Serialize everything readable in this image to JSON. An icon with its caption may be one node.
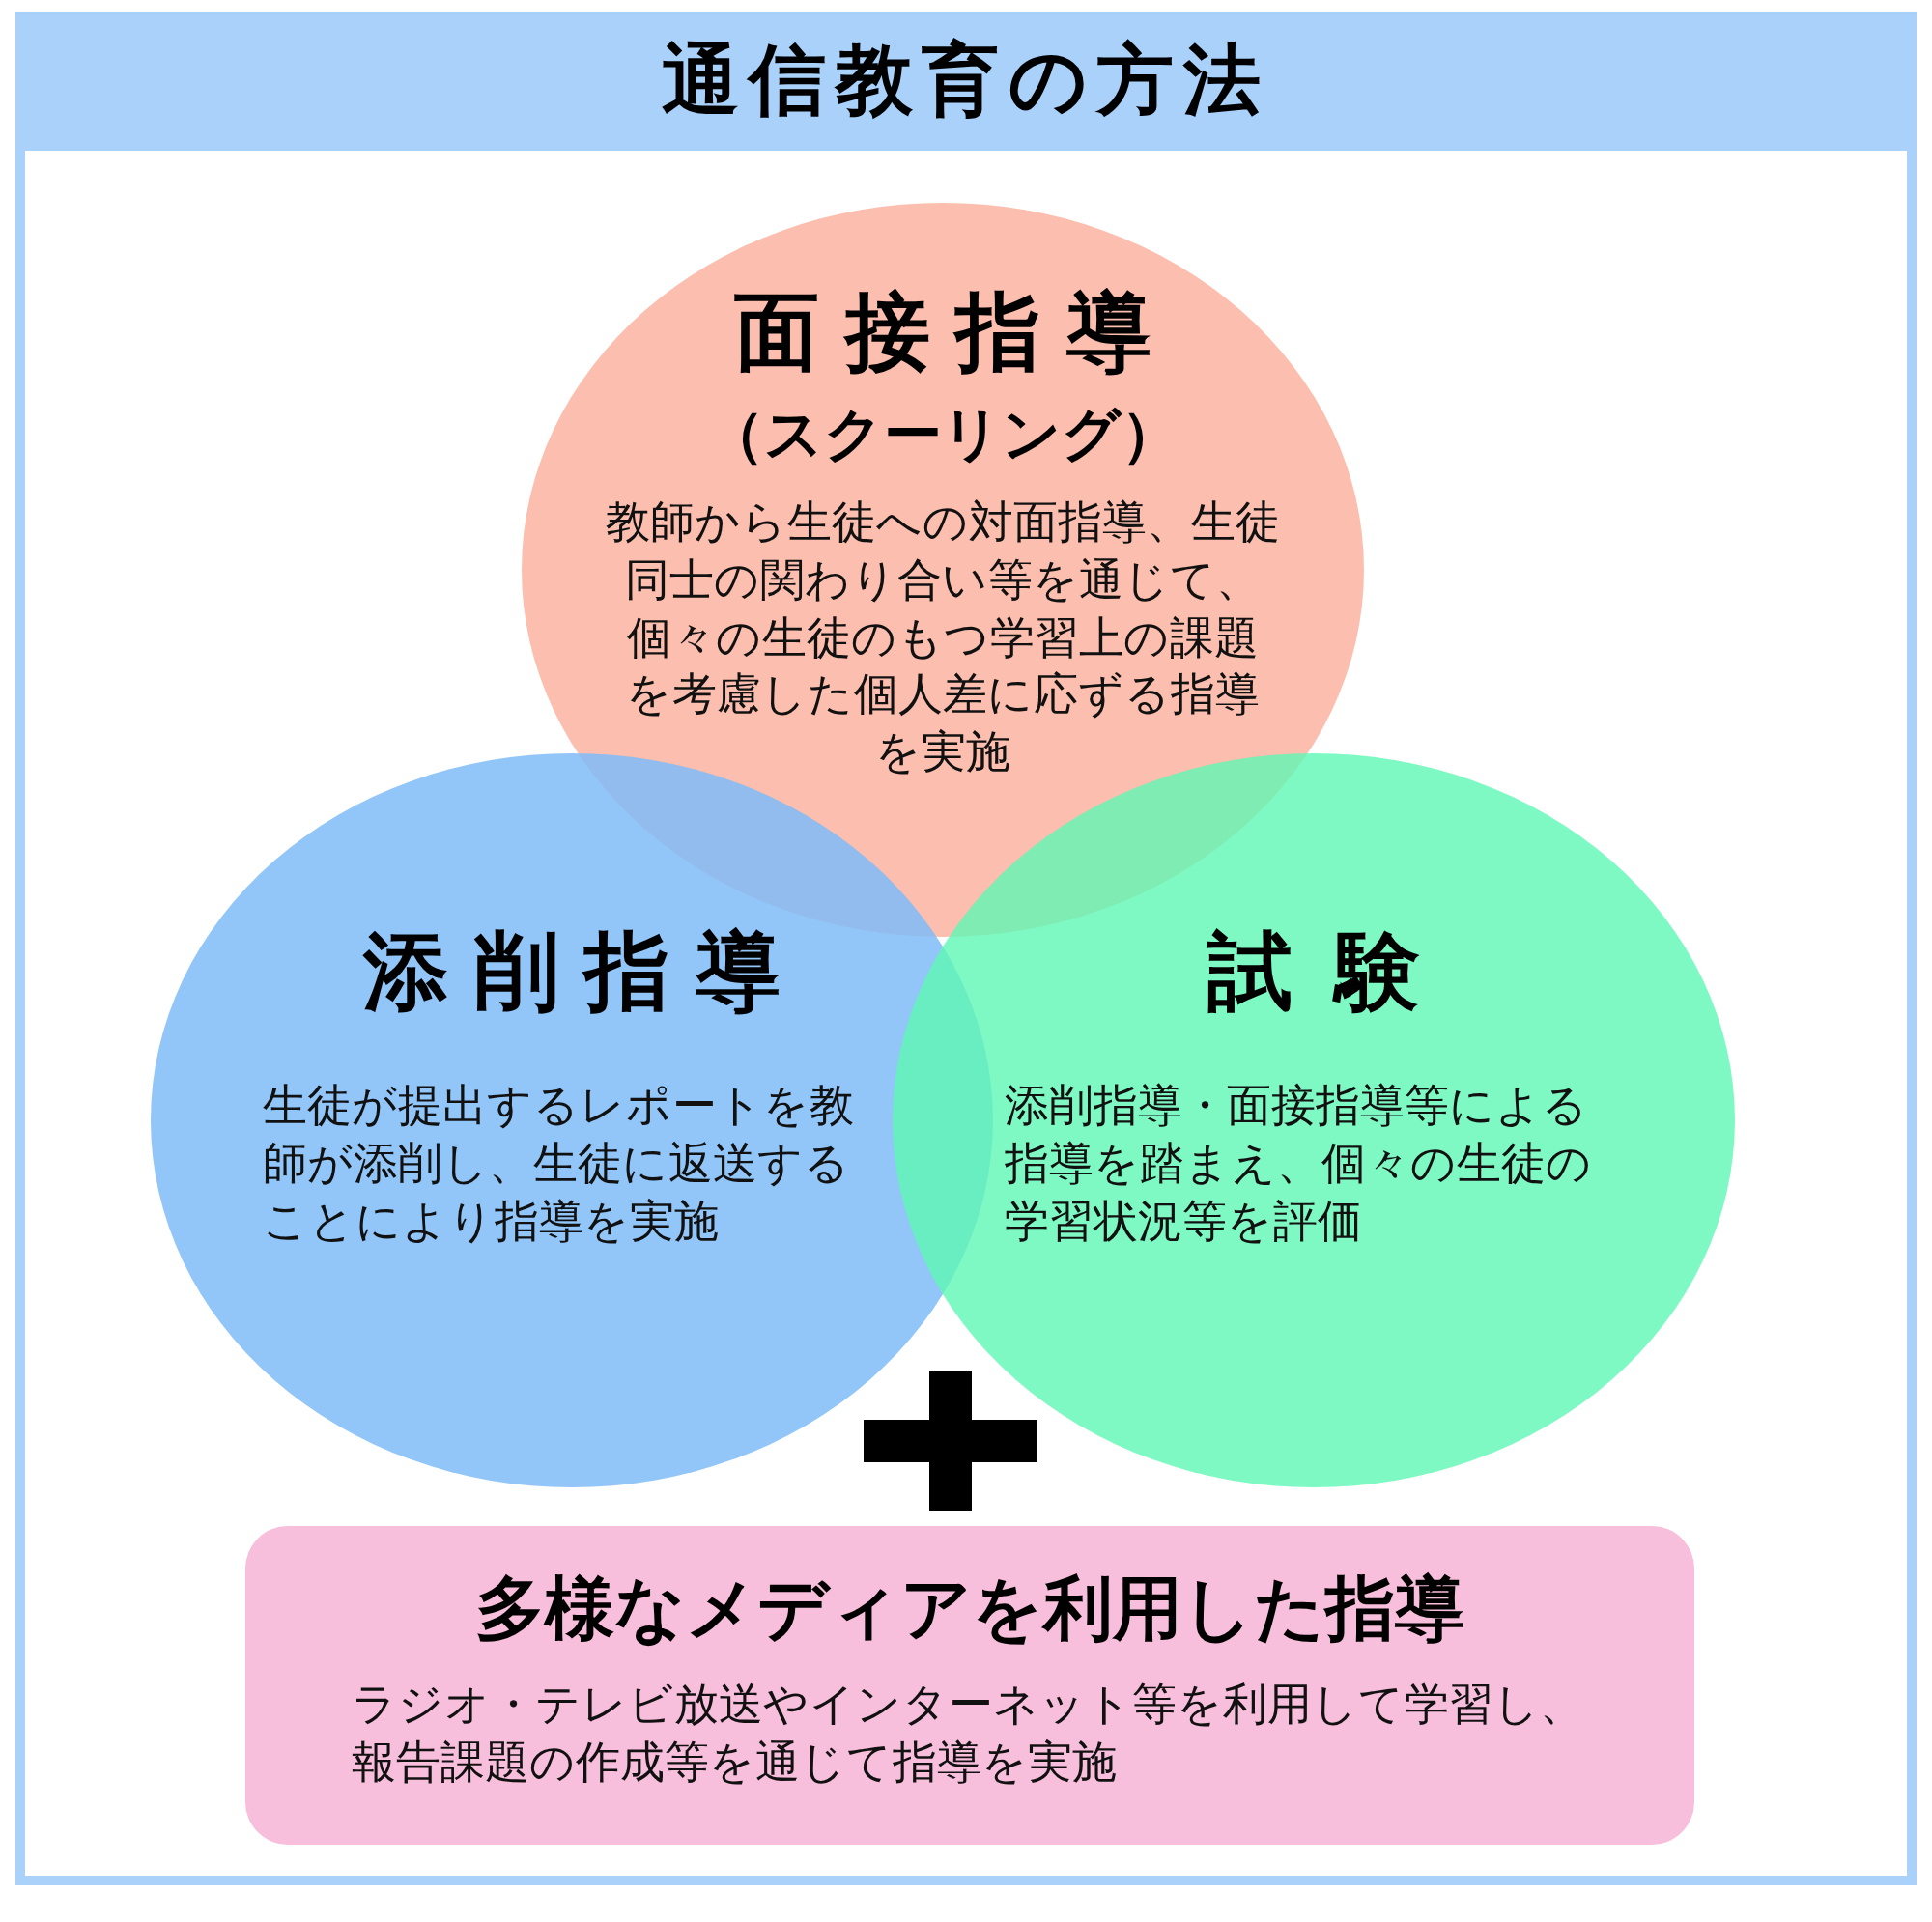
{
  "diagram": {
    "title": "通信教育の方法",
    "nodes": [
      {
        "text": [
          "面接指導",
          "（スクーリング）",
          "教師から生徒への対面指導、生徒同士の関わり合い等を通じて、個々の生徒のもつ学習上の課題を考慮した個人差に応ずる指導を実施"
        ]
      },
      {
        "text": [
          "添削指導",
          "生徒が提出するレポートを教師が添削し、生徒に返送することにより指導を実施"
        ]
      },
      {
        "text": [
          "試験",
          "添削指導・面接指導等による指導を踏まえ、個々の生徒の学習状況等を評価"
        ]
      },
      {
        "text": [
          "多様なメディアを利用した指導",
          "ラジオ・テレビ放送やインターネット等を利用して学習し、報告課題の作成等を通じて指導を実施"
        ]
      }
    ]
  }
}
